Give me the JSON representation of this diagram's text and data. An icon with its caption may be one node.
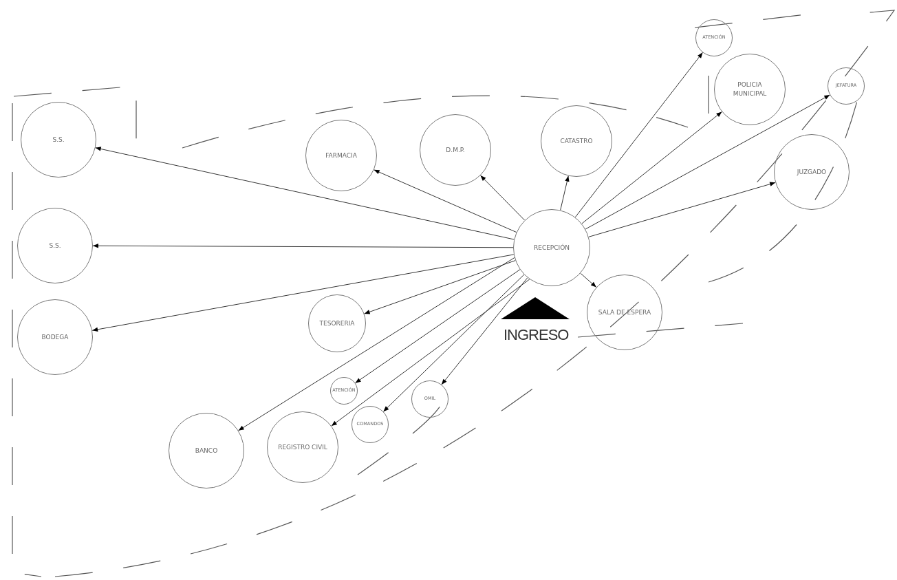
{
  "diagram": {
    "nodes": [
      {
        "text": [
          "S.S."
        ]
      },
      {
        "text": [
          "S.S."
        ]
      },
      {
        "text": [
          "BODEGA"
        ]
      },
      {
        "text": [
          "FARMACIA"
        ]
      },
      {
        "text": [
          "D.M.P."
        ]
      },
      {
        "text": [
          "CATASTRO"
        ]
      },
      {
        "text": [
          "ATENCIÓN"
        ]
      },
      {
        "text": [
          "POLICIA MUNICIPAL"
        ]
      },
      {
        "text": [
          "JEFATURA"
        ]
      },
      {
        "text": [
          "JUZGADO"
        ]
      },
      {
        "text": [
          "RECEPCIÓN"
        ]
      },
      {
        "text": [
          "SALA DE ESPERA"
        ]
      },
      {
        "text": [
          "TESORERIA"
        ]
      },
      {
        "text": [
          "ATENCIÓN"
        ]
      },
      {
        "text": [
          "OMIL"
        ]
      },
      {
        "text": [
          "COMANDOS"
        ]
      },
      {
        "text": [
          "REGISTRO CIVIL"
        ]
      },
      {
        "text": [
          "BANCO"
        ]
      }
    ],
    "edges": [
      {
        "from": 10,
        "to": 0,
        "arrow": "to"
      },
      {
        "from": 10,
        "to": 1,
        "arrow": "to"
      },
      {
        "from": 10,
        "to": 2,
        "arrow": "to"
      },
      {
        "from": 10,
        "to": 3,
        "arrow": "to"
      },
      {
        "from": 10,
        "to": 4,
        "arrow": "to"
      },
      {
        "from": 10,
        "to": 5,
        "arrow": "to"
      },
      {
        "from": 10,
        "to": 6,
        "arrow": "to"
      },
      {
        "from": 10,
        "to": 7,
        "arrow": "to"
      },
      {
        "from": 10,
        "to": 8,
        "arrow": "to"
      },
      {
        "from": 10,
        "to": 9,
        "arrow": "to"
      },
      {
        "from": 10,
        "to": 11,
        "arrow": "to"
      },
      {
        "from": 10,
        "to": 12,
        "arrow": "to"
      },
      {
        "from": 10,
        "to": 13,
        "arrow": "to"
      },
      {
        "from": 10,
        "to": 14,
        "arrow": "to"
      },
      {
        "from": 10,
        "to": 15,
        "arrow": "to"
      },
      {
        "from": 10,
        "to": 16,
        "arrow": "to"
      },
      {
        "from": 10,
        "to": 17,
        "arrow": "to"
      }
    ],
    "labels": [
      "INGRESO"
    ]
  }
}
